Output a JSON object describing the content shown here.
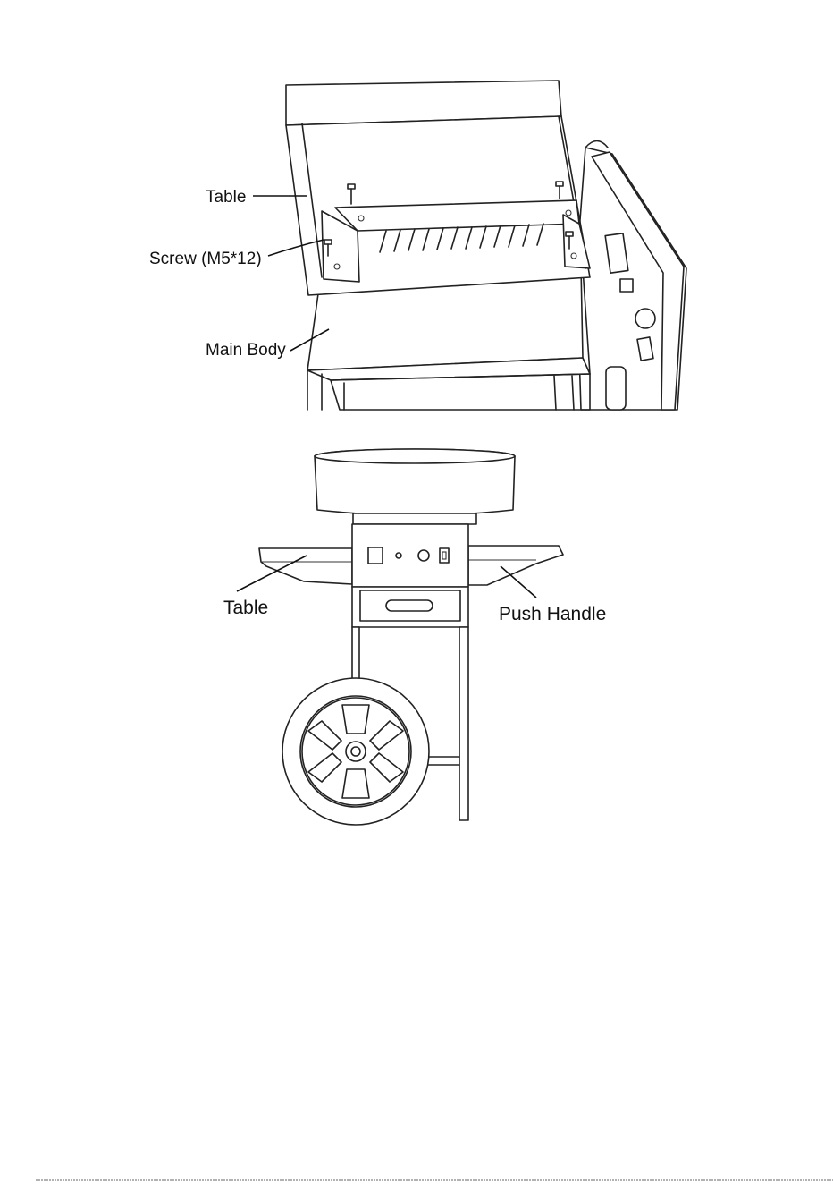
{
  "figure_top": {
    "labels": {
      "table": "Table",
      "screw": "Screw (M5*12)",
      "main_body": "Main Body"
    }
  },
  "figure_bottom": {
    "labels": {
      "table": "Table",
      "push_handle": "Push Handle"
    }
  }
}
